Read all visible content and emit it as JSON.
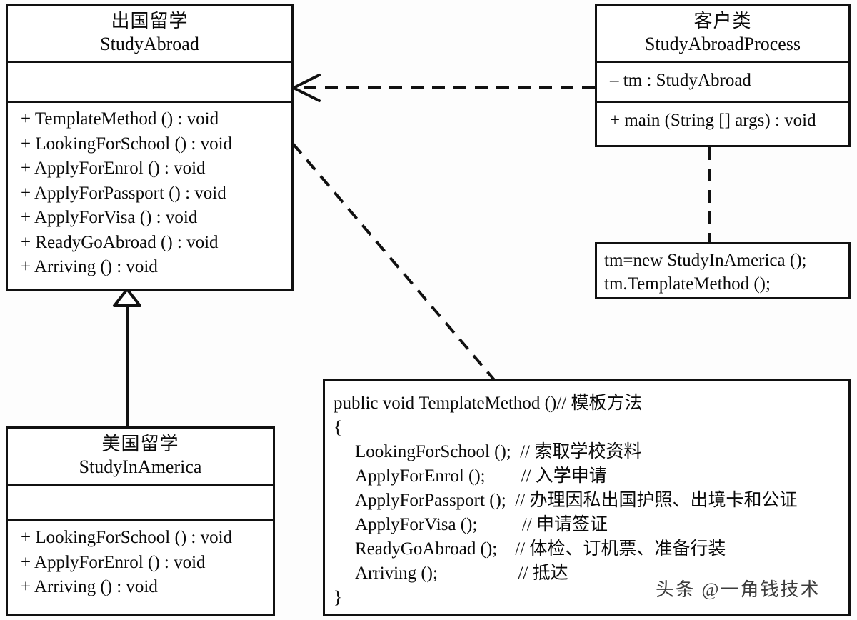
{
  "diagram": {
    "title": "Template Method Pattern UML Class Diagram",
    "line_color": "#111111",
    "background": "#fdfdfd"
  },
  "classes": {
    "study_abroad": {
      "cn_name": "出国留学",
      "en_name": "StudyAbroad",
      "attributes": [],
      "methods": [
        "+ TemplateMethod () : void",
        "+ LookingForSchool () : void",
        "+ ApplyForEnrol () : void",
        "+ ApplyForPassport () : void",
        "+ ApplyForVisa () : void",
        "+ ReadyGoAbroad () : void",
        "+ Arriving () : void"
      ]
    },
    "study_in_america": {
      "cn_name": "美国留学",
      "en_name": "StudyInAmerica",
      "attributes": [],
      "methods": [
        "+ LookingForSchool () : void",
        "+ ApplyForEnrol () : void",
        "+ Arriving () : void"
      ]
    },
    "client": {
      "cn_name": "客户类",
      "en_name": "StudyAbroadProcess",
      "attributes": [
        "– tm : StudyAbroad"
      ],
      "methods": [
        "+ main (String [] args) : void"
      ]
    }
  },
  "notes": {
    "client_note": {
      "lines": [
        "tm=new StudyInAmerica ();",
        "tm.TemplateMethod ();"
      ]
    },
    "code_note": {
      "lines": [
        {
          "text": "public void TemplateMethod ()// 模板方法",
          "indent": 0
        },
        {
          "text": "{",
          "indent": 0
        },
        {
          "text": "LookingForSchool ();  // 索取学校资料",
          "indent": 1
        },
        {
          "text": "ApplyForEnrol ();        // 入学申请",
          "indent": 1
        },
        {
          "text": "ApplyForPassport ();  // 办理因私出国护照、出境卡和公证",
          "indent": 1
        },
        {
          "text": "ApplyForVisa ();          // 申请签证",
          "indent": 1
        },
        {
          "text": "ReadyGoAbroad ();    // 体检、订机票、准备行装",
          "indent": 1
        },
        {
          "text": "Arriving ();                  // 抵达",
          "indent": 1
        },
        {
          "text": "}",
          "indent": 0
        }
      ]
    }
  },
  "connectors": {
    "dependency": {
      "kind": "dependency",
      "style": "dashed",
      "arrowhead": "open",
      "from": "client",
      "to": "study_abroad"
    },
    "generalization": {
      "kind": "generalization",
      "style": "solid",
      "arrowhead": "hollow-triangle",
      "from": "study_in_america",
      "to": "study_abroad"
    },
    "client_note_anchor": {
      "kind": "note-anchor",
      "style": "dashed",
      "from": "client",
      "to": "client_note"
    },
    "code_note_anchor": {
      "kind": "note-anchor",
      "style": "dashed",
      "from": "study_abroad",
      "to": "code_note"
    }
  },
  "watermark": {
    "text": "头条 @一角钱技术"
  }
}
